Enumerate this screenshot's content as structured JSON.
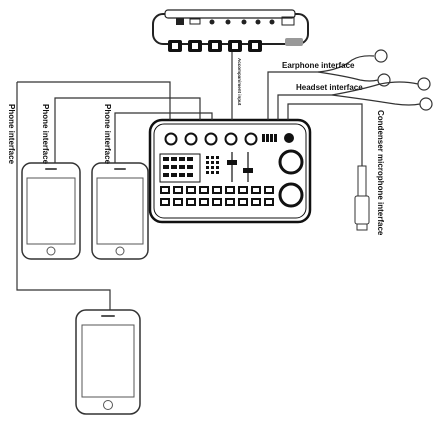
{
  "labels": {
    "phone_interface_outer": "Phone interface",
    "phone_interface_1": "Phone interface",
    "phone_interface_2": "Phone interface",
    "earphone_interface": "Earphone interface",
    "headset_interface": "Headset interface",
    "condenser_mic_interface": "Condenser microphone interface",
    "small_top_label": "Accompaniment input"
  },
  "icons": [
    "sound-card-device",
    "sound-card-top-panel",
    "smartphone",
    "earphones",
    "headset",
    "condenser-microphone"
  ]
}
